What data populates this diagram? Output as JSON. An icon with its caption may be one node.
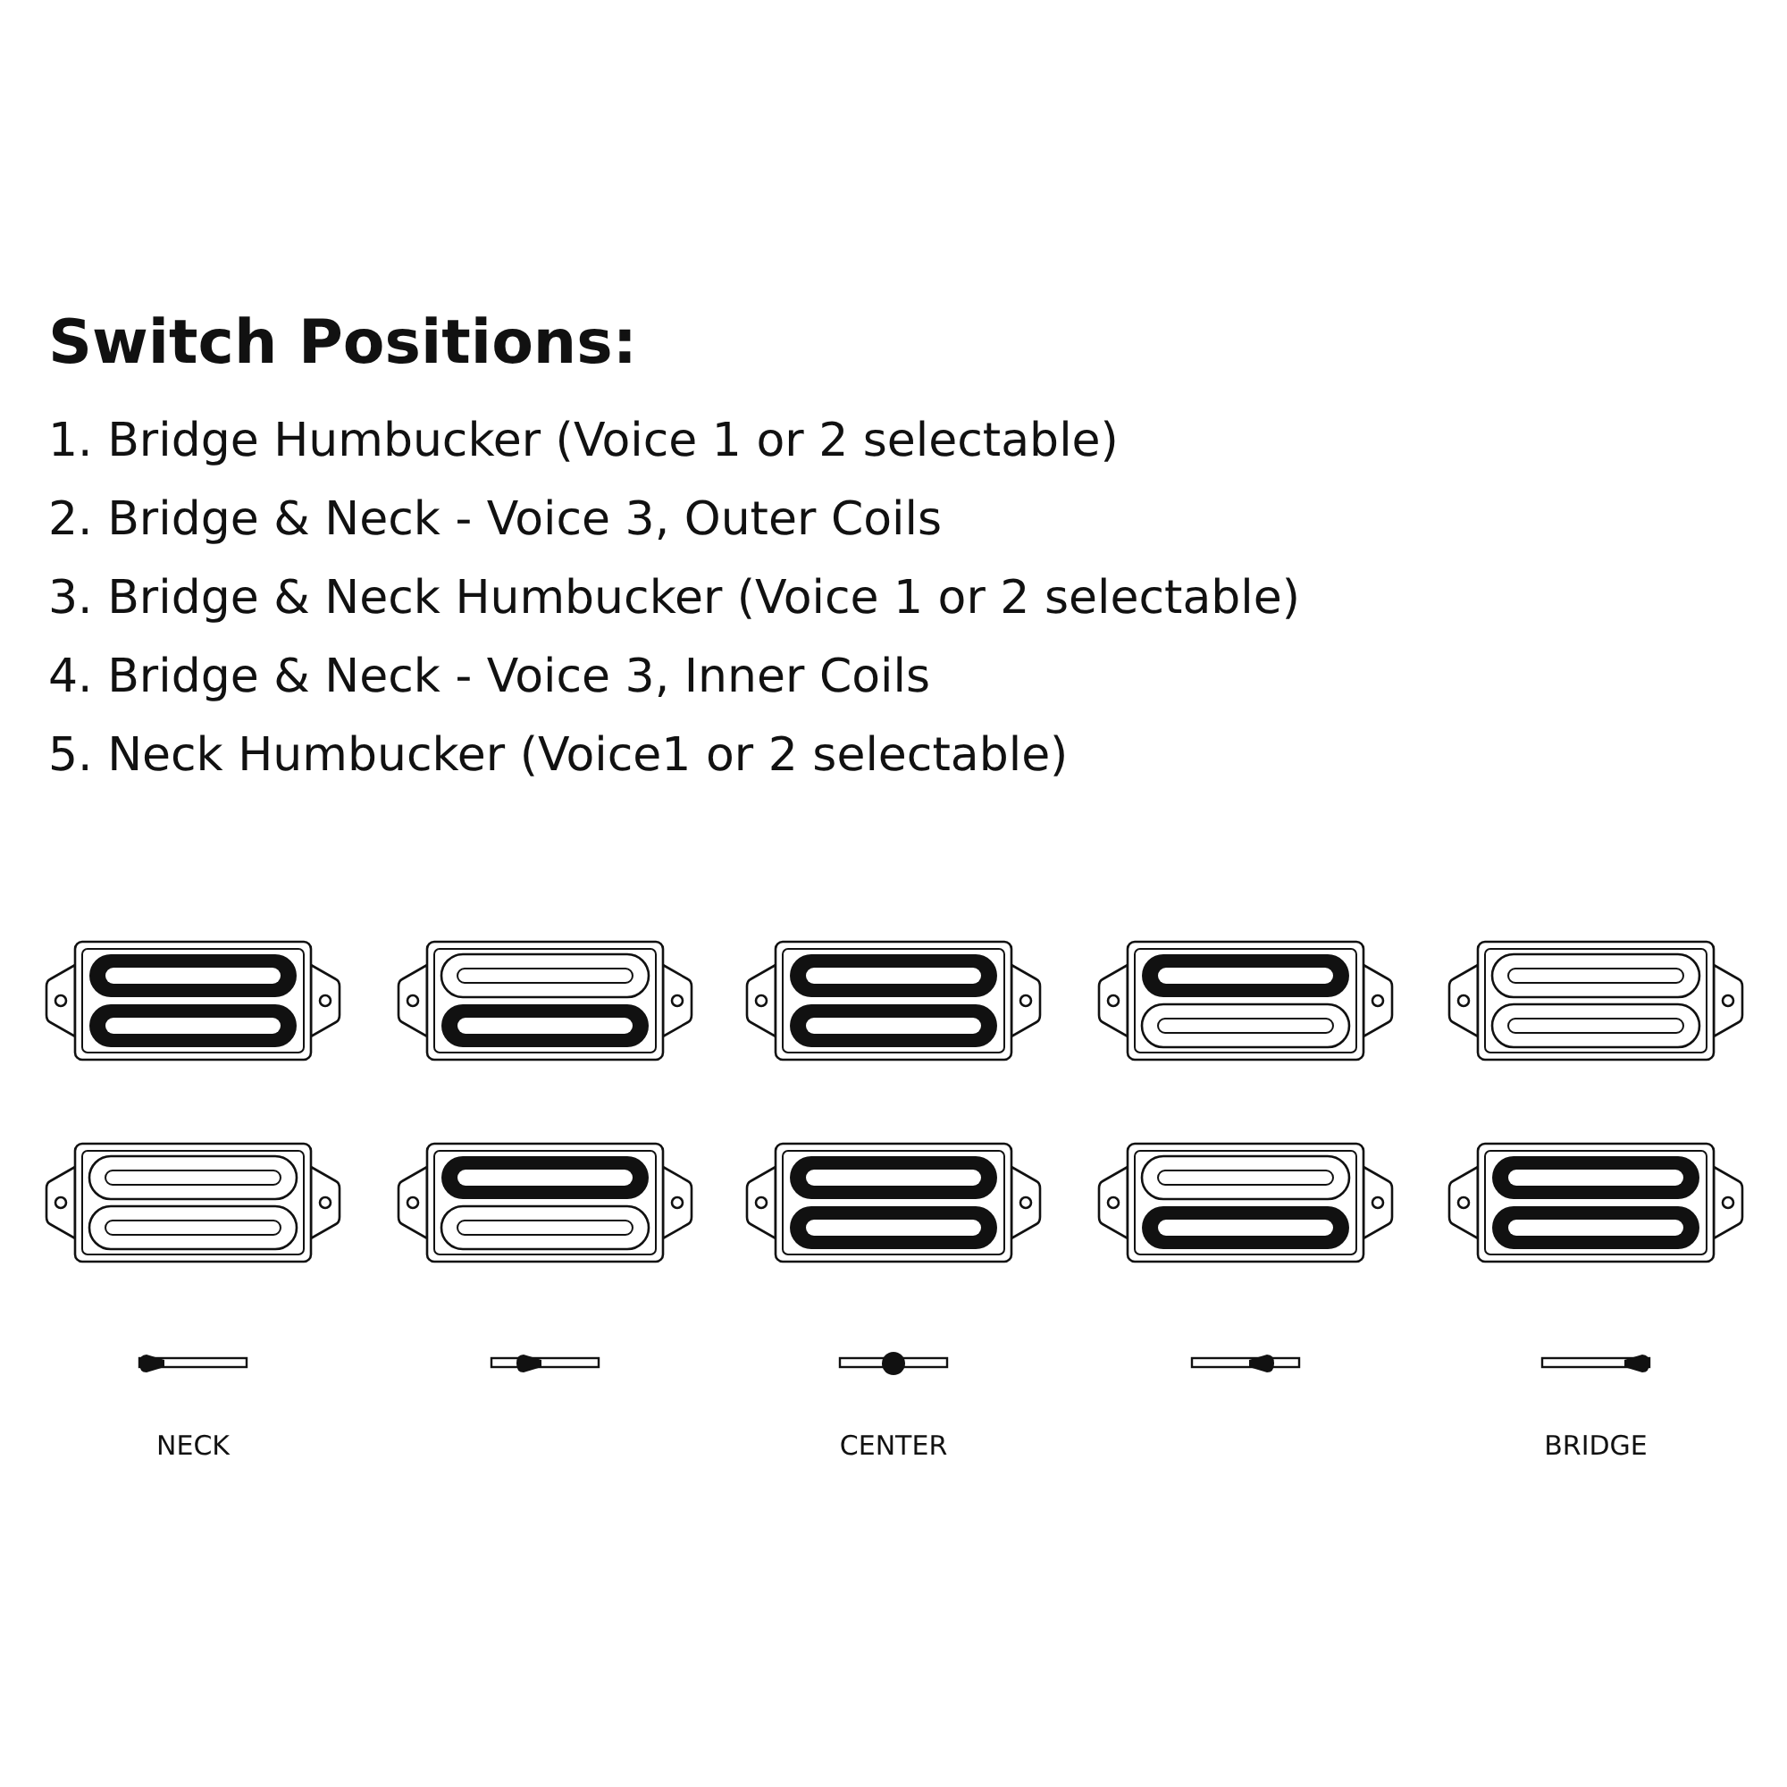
{
  "diagram": {
    "title": "Switch Positions:",
    "labels": [
      "1. Bridge Humbucker (Voice 1 or 2 selectable)",
      "2. Bridge & Neck - Voice 3, Outer Coils",
      "3. Bridge & Neck Humbucker (Voice 1 or 2 selectable)",
      "4. Bridge & Neck - Voice 3, Inner Coils",
      "5. Neck Humbucker (Voice1 or 2 selectable)",
      "NECK",
      "CENTER",
      "BRIDGE"
    ]
  }
}
